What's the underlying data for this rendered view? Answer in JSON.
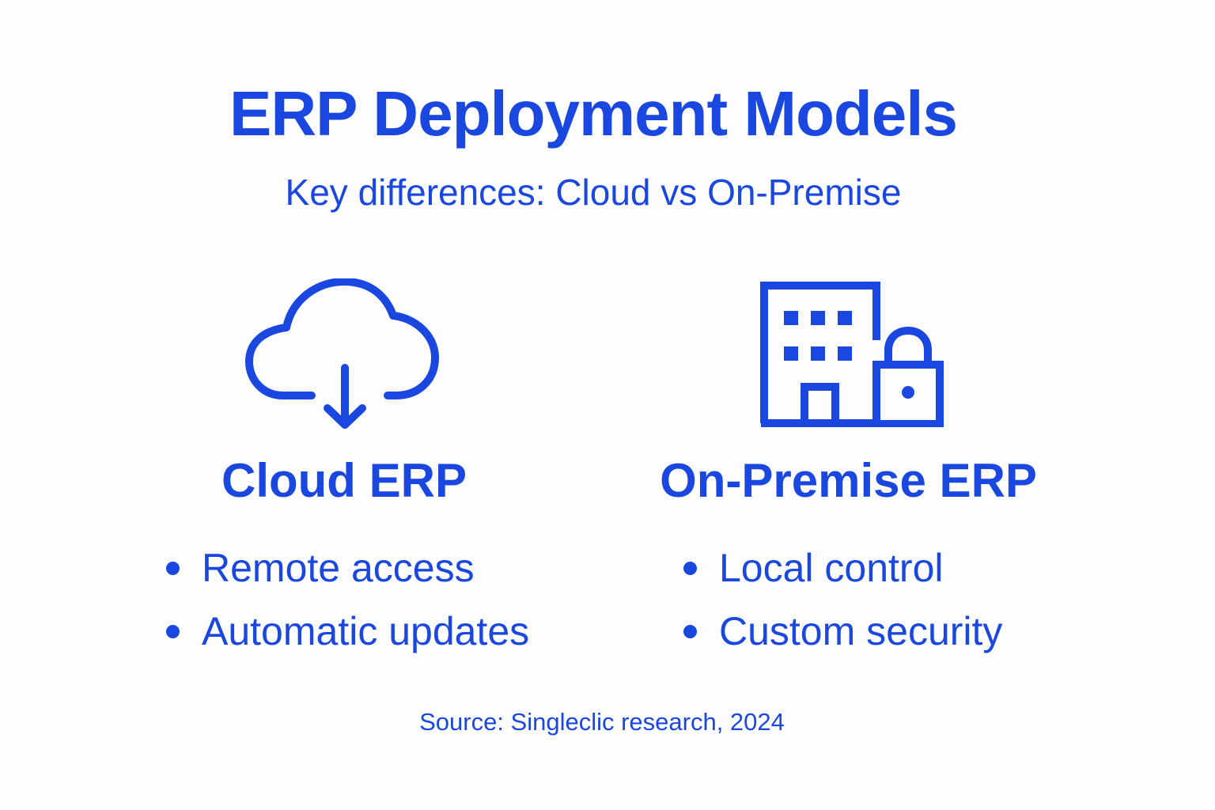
{
  "header": {
    "title": "ERP Deployment Models",
    "subtitle": "Key differences: Cloud vs On-Premise"
  },
  "columns": [
    {
      "icon": "cloud-download-icon",
      "title": "Cloud ERP",
      "bullets": [
        "Remote access",
        "Automatic updates"
      ]
    },
    {
      "icon": "building-lock-icon",
      "title": "On-Premise ERP",
      "bullets": [
        "Local control",
        "Custom security"
      ]
    }
  ],
  "footer": {
    "source": "Source: Singleclic research, 2024"
  },
  "colors": {
    "accent": "#1a47e0",
    "background": "#fdfdfe"
  }
}
